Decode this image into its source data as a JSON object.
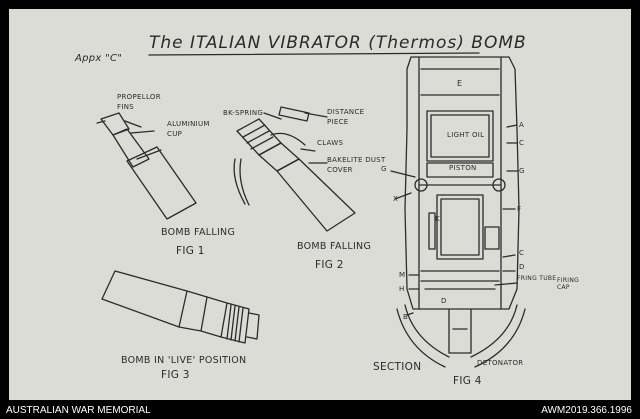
{
  "document": {
    "title": "The ITALIAN VIBRATOR (Thermos) BOMB",
    "appendix": "Appx \"C\""
  },
  "fig1": {
    "labels": {
      "propeller_fins": "PROPELLOR FINS",
      "aluminium_cup": "ALUMINIUM CUP"
    },
    "caption": "BOMB FALLING",
    "figure": "FIG 1"
  },
  "fig2": {
    "labels": {
      "bk_spring": "BK-SPRING",
      "distance_piece": "DISTANCE PIECE",
      "claws": "CLAWS",
      "bakelite_dust_cover": "BAKELITE DUST COVER"
    },
    "caption": "BOMB FALLING",
    "figure": "FIG 2"
  },
  "fig3": {
    "caption": "BOMB IN 'LIVE' POSITION",
    "figure": "FIG 3"
  },
  "fig4": {
    "labels": {
      "e": "E",
      "light_oil": "LIGHT OIL",
      "piston": "PISTON",
      "a": "A",
      "c_upper": "C",
      "g_left": "G",
      "g_right": "G",
      "f": "F",
      "c_lower": "C",
      "d": "D",
      "m": "M",
      "h": "H",
      "b": "B",
      "x": "X",
      "k": "K",
      "d_inner": "D",
      "fring_tube": "FRING TUBE",
      "firing_cap": "FIRING CAP",
      "detonator": "DETONATOR"
    },
    "section": "SECTION",
    "figure": "FIG 4"
  },
  "footer": {
    "left": "AUSTRALIAN WAR MEMORIAL",
    "right": "AWM2019.366.1996"
  }
}
